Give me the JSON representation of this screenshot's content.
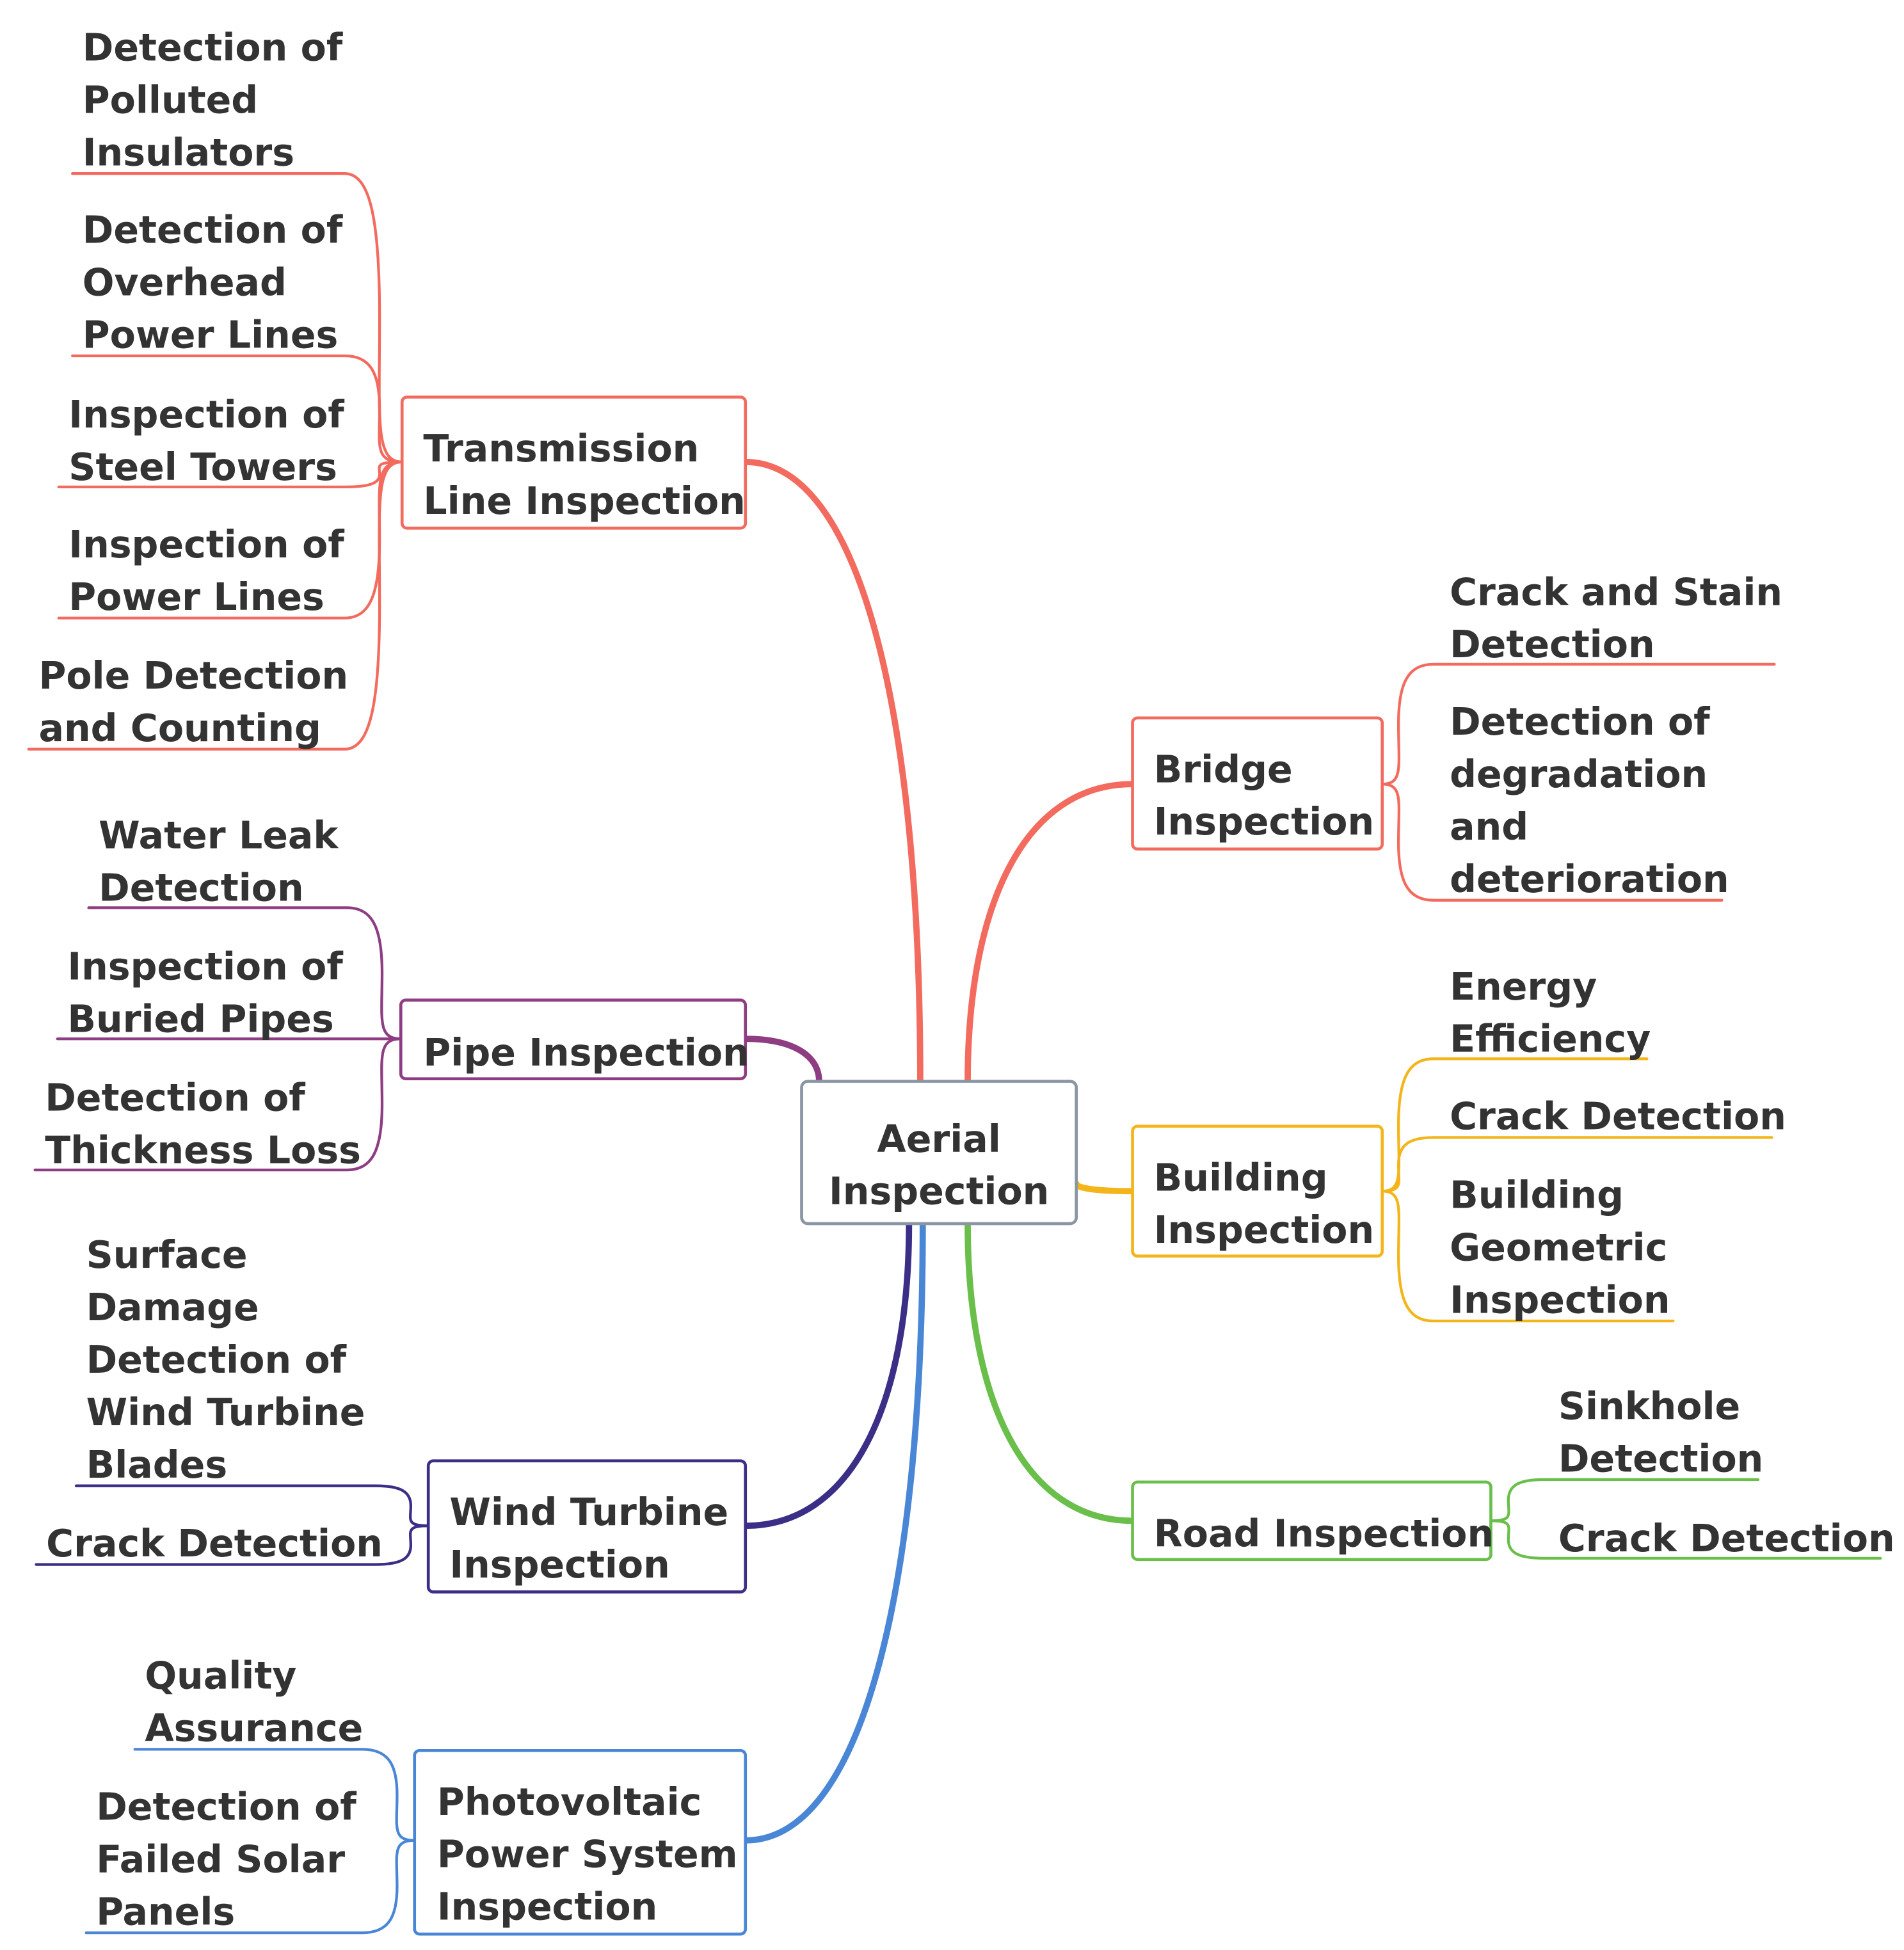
{
  "center": {
    "label_lines": [
      "Aerial",
      "Inspection"
    ],
    "color": "#8a96a3"
  },
  "branches": [
    {
      "id": "transmission",
      "label_lines": [
        "Transmission",
        "Line Inspection"
      ],
      "color": "#f26b5e",
      "children": [
        {
          "label_lines": [
            "Detection of",
            "Polluted",
            "Insulators"
          ]
        },
        {
          "label_lines": [
            "Detection of",
            "Overhead",
            "Power Lines"
          ]
        },
        {
          "label_lines": [
            "Inspection of",
            "Steel Towers"
          ]
        },
        {
          "label_lines": [
            "Inspection of",
            "Power Lines"
          ]
        },
        {
          "label_lines": [
            "Pole Detection",
            "and Counting"
          ]
        }
      ]
    },
    {
      "id": "pipe",
      "label_lines": [
        "Pipe Inspection"
      ],
      "color": "#8e3d83",
      "children": [
        {
          "label_lines": [
            "Water Leak",
            "Detection"
          ]
        },
        {
          "label_lines": [
            "Inspection of",
            "Buried Pipes"
          ]
        },
        {
          "label_lines": [
            "Detection of",
            "Thickness Loss"
          ]
        }
      ]
    },
    {
      "id": "wind",
      "label_lines": [
        "Wind Turbine",
        "Inspection"
      ],
      "color": "#3b2e86",
      "children": [
        {
          "label_lines": [
            "Surface",
            "Damage",
            "Detection of",
            "Wind Turbine",
            "Blades"
          ]
        },
        {
          "label_lines": [
            "Crack Detection"
          ]
        }
      ]
    },
    {
      "id": "pv",
      "label_lines": [
        "Photovoltaic",
        "Power System",
        "Inspection"
      ],
      "color": "#4a86d6",
      "children": [
        {
          "label_lines": [
            "Quality",
            "Assurance"
          ]
        },
        {
          "label_lines": [
            "Detection of",
            "Failed Solar",
            "Panels"
          ]
        }
      ]
    },
    {
      "id": "bridge",
      "label_lines": [
        "Bridge",
        "Inspection"
      ],
      "color": "#f26b5e",
      "children": [
        {
          "label_lines": [
            "Crack and Stain",
            "Detection"
          ]
        },
        {
          "label_lines": [
            "Detection of",
            "degradation",
            "and",
            "deterioration"
          ]
        }
      ]
    },
    {
      "id": "building",
      "label_lines": [
        "Building",
        "Inspection"
      ],
      "color": "#f3b519",
      "children": [
        {
          "label_lines": [
            "Energy",
            "Efficiency"
          ]
        },
        {
          "label_lines": [
            "Crack Detection"
          ]
        },
        {
          "label_lines": [
            "Building",
            "Geometric",
            "Inspection"
          ]
        }
      ]
    },
    {
      "id": "road",
      "label_lines": [
        "Road Inspection"
      ],
      "color": "#6abf4b",
      "children": [
        {
          "label_lines": [
            "Sinkhole",
            "Detection"
          ]
        },
        {
          "label_lines": [
            "Crack Detection"
          ]
        }
      ]
    }
  ]
}
